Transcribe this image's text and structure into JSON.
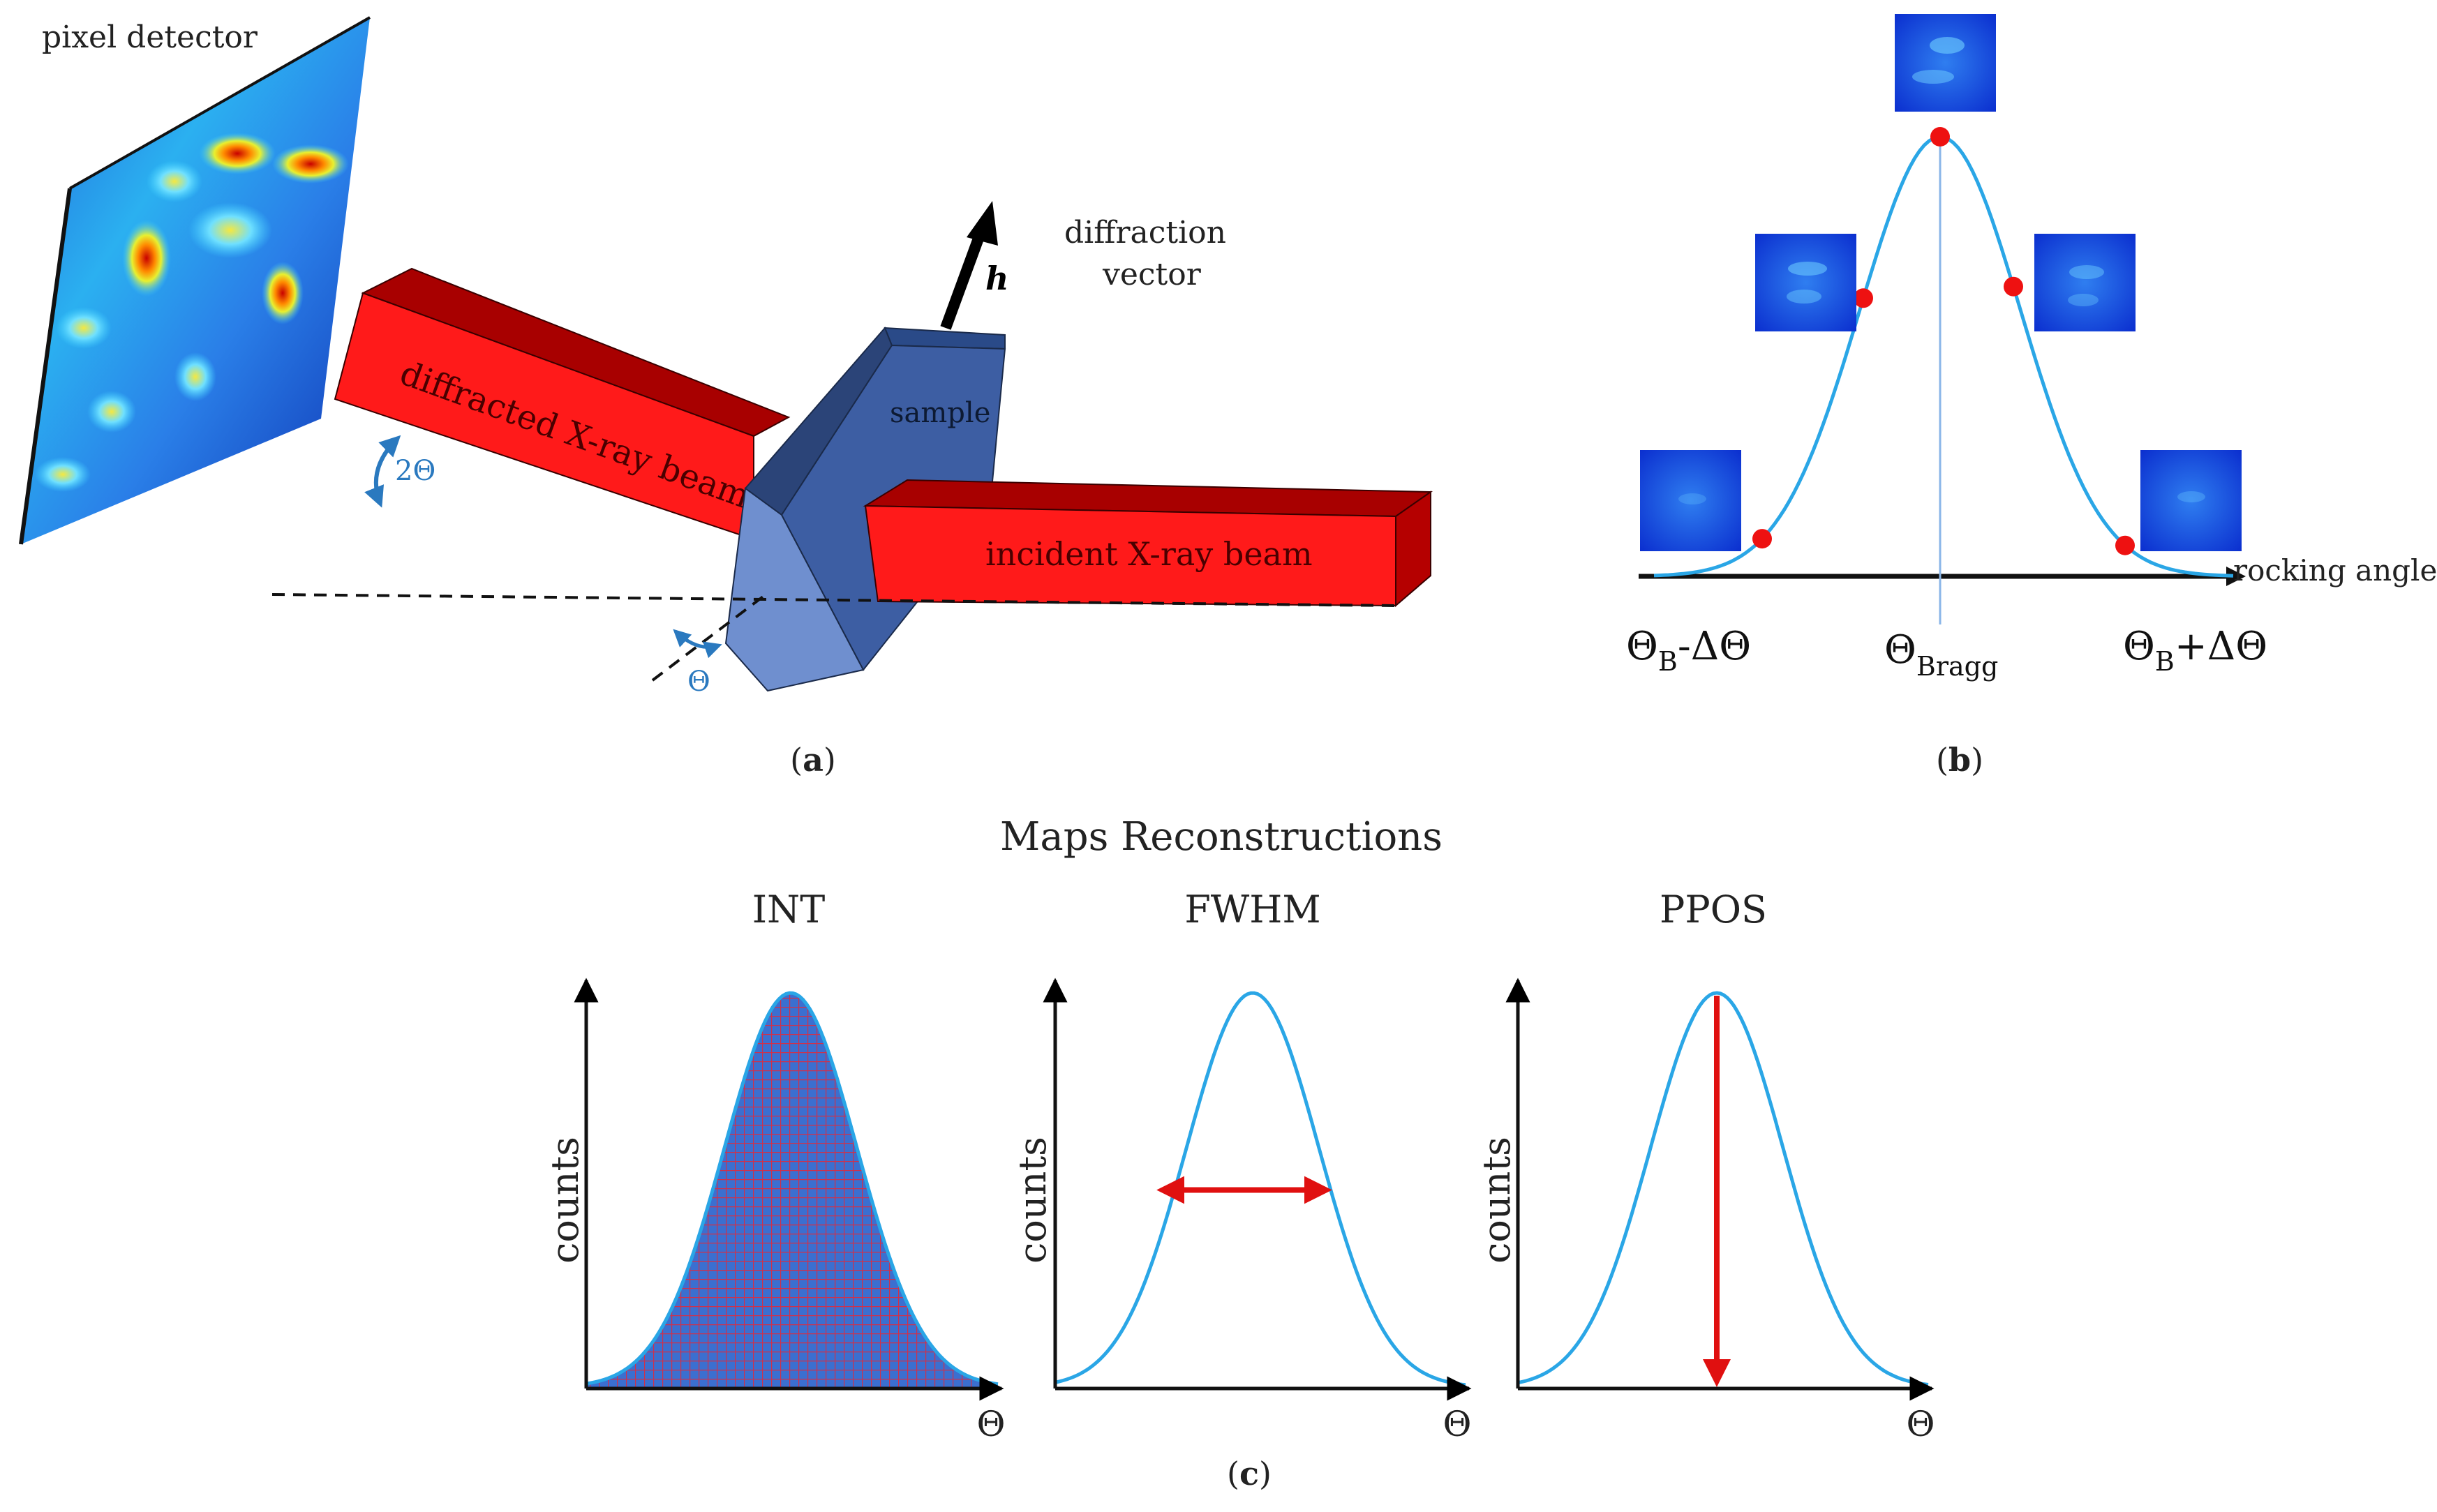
{
  "panel_a": {
    "detector_label": "pixel detector",
    "diffracted_beam_label": "diffracted X-ray beam",
    "incident_beam_label": "incident X-ray beam",
    "sample_label": "sample",
    "vector_label_line1": "diffraction",
    "vector_label_line2": "vector",
    "h_label": "h",
    "two_theta_label": "2Θ",
    "theta_label": "Θ",
    "caption": "a"
  },
  "panel_b": {
    "axis_label": "rocking angle",
    "left_theta": "Θ",
    "left_sub": "B",
    "left_rest": "-ΔΘ",
    "center_theta": "Θ",
    "center_sub": "Bragg",
    "right_theta": "Θ",
    "right_sub": "B",
    "right_rest": "+ΔΘ",
    "caption": "b"
  },
  "panel_c": {
    "title": "Maps Reconstructions",
    "plots": [
      {
        "label": "INT",
        "ylabel": "counts",
        "xlabel": "Θ"
      },
      {
        "label": "FWHM",
        "ylabel": "counts",
        "xlabel": "Θ"
      },
      {
        "label": "PPOS",
        "ylabel": "counts",
        "xlabel": "Θ"
      }
    ],
    "caption": "c"
  },
  "colors": {
    "beam_red": "#ff1a1a",
    "beam_dark": "#a80000",
    "sample_blue": "#3d5ea3",
    "curve_blue": "#2aa6e6",
    "arrow_red": "#e01010",
    "point_red": "#ee1111",
    "label_blue": "#2a79bf"
  }
}
